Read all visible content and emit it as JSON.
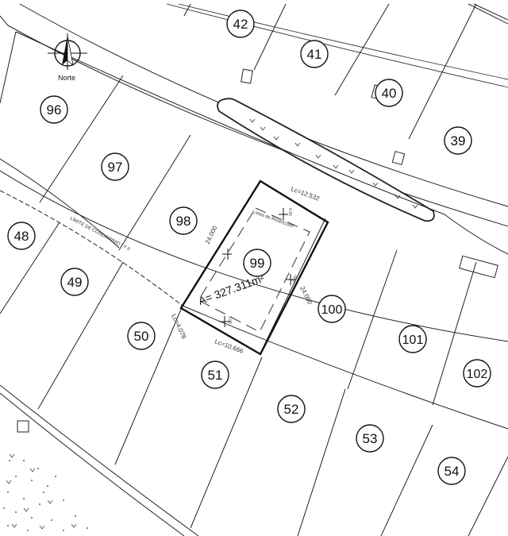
{
  "compass": {
    "label": "Norte"
  },
  "lots": [
    {
      "id": "42",
      "label": "42"
    },
    {
      "id": "41",
      "label": "41"
    },
    {
      "id": "40",
      "label": "40"
    },
    {
      "id": "39",
      "label": "39"
    },
    {
      "id": "96",
      "label": "96"
    },
    {
      "id": "97",
      "label": "97"
    },
    {
      "id": "98",
      "label": "98"
    },
    {
      "id": "99",
      "label": "99"
    },
    {
      "id": "100",
      "label": "100"
    },
    {
      "id": "101",
      "label": "101"
    },
    {
      "id": "102",
      "label": "102"
    },
    {
      "id": "48",
      "label": "48"
    },
    {
      "id": "49",
      "label": "49"
    },
    {
      "id": "50",
      "label": "50"
    },
    {
      "id": "51",
      "label": "51"
    },
    {
      "id": "52",
      "label": "52"
    },
    {
      "id": "53",
      "label": "53"
    },
    {
      "id": "54",
      "label": "54"
    }
  ],
  "highlighted_lot": {
    "area": "A= 327.311m²",
    "setback_label": "Línea de Restricción",
    "side_left": "24.000",
    "side_right": "24.000",
    "arc_top": "Lc=12.532",
    "arc_bottom": "Lc=10.666",
    "dim_top": "4.00",
    "dim_bottom": "3.00",
    "dim_side": "3.00"
  },
  "neighbor_arc": {
    "label": "Lc=4.078"
  },
  "boundary_label": "LÍMITE DE CONDOMINIO I Y II",
  "colors": {
    "ink": "#111111",
    "line": "#222222",
    "background": "#ffffff"
  }
}
